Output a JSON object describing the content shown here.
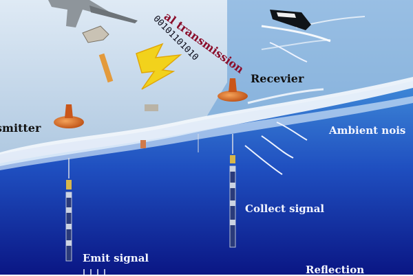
{
  "labels": {
    "transmitter": "smitter",
    "receiver": "Recevier",
    "ambient_noise": "Ambient nois",
    "collect_signal": "Collect signal",
    "emit_signal": "Emit signal",
    "reflection": "Reflection",
    "channel": "al transmission",
    "binary": "00101101010"
  },
  "colors": {
    "sky_top": "#dbe8f4",
    "sky_bottom": "#9fbcd8",
    "sea_surface": "#3d86d4",
    "sea_deep": "#0a1a8a",
    "buoy": "#d9661f",
    "lightning": "#f2d21c",
    "channel_text": "#8b0d2a"
  },
  "icons": [
    "airplane-icon",
    "satellite-icon",
    "ship-icon",
    "buoy-icon",
    "lightning-icon",
    "hydrophone-icon"
  ]
}
